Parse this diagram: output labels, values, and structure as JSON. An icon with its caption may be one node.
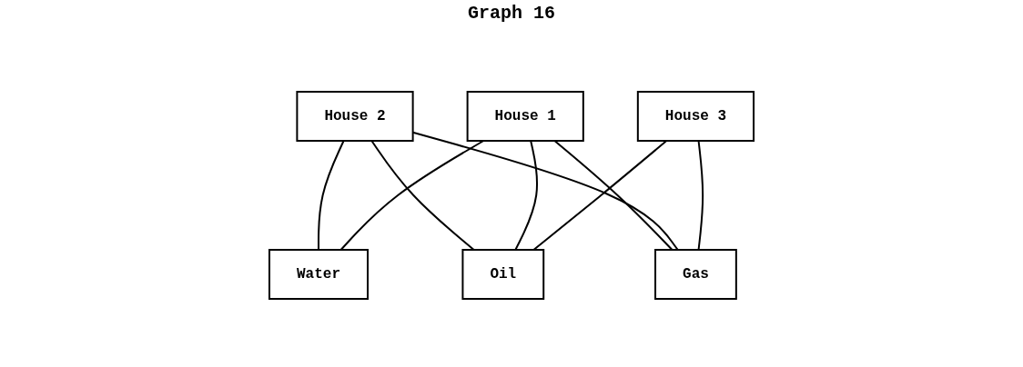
{
  "diagram": {
    "title": "Graph 16",
    "nodes": [
      {
        "text": [
          "House 1"
        ]
      },
      {
        "text": [
          "House 2"
        ]
      },
      {
        "text": [
          "House 3"
        ]
      },
      {
        "text": [
          "Water"
        ]
      },
      {
        "text": [
          "Oil"
        ]
      },
      {
        "text": [
          "Gas"
        ]
      }
    ],
    "edges": [
      {
        "from": 1,
        "to": 3,
        "arrow": "none"
      },
      {
        "from": 1,
        "to": 4,
        "arrow": "none"
      },
      {
        "from": 0,
        "to": 3,
        "arrow": "none"
      },
      {
        "from": 0,
        "to": 4,
        "arrow": "none"
      },
      {
        "from": 0,
        "to": 5,
        "arrow": "none"
      },
      {
        "from": 1,
        "to": 5,
        "arrow": "none"
      },
      {
        "from": 2,
        "to": 5,
        "arrow": "none"
      },
      {
        "from": 2,
        "to": 4,
        "arrow": "none"
      }
    ]
  }
}
